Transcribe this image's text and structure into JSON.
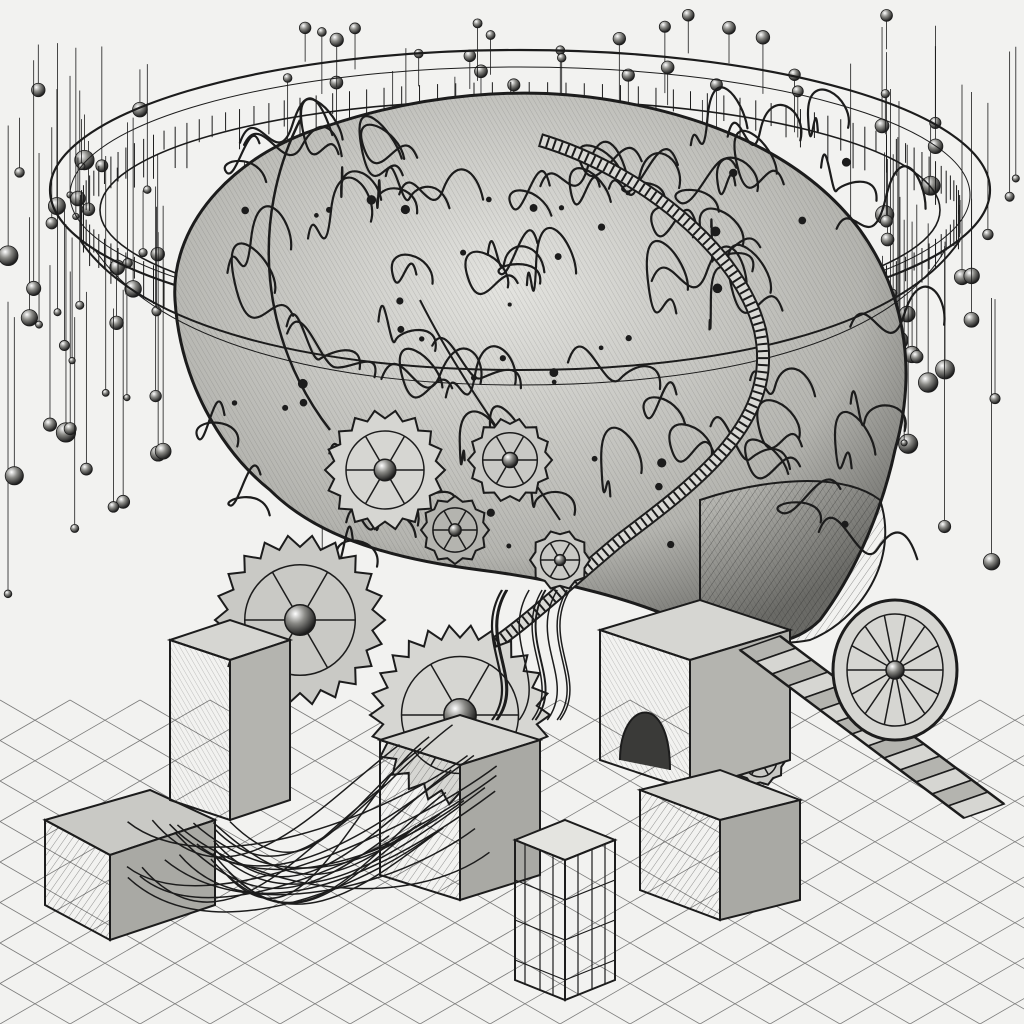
{
  "palette": {
    "paper": "#f2f2f0",
    "ink": "#1c1c1c",
    "brain_light": "#d6d6d2",
    "brain_mid": "#a9a9a4",
    "brain_dark": "#5e5e5a",
    "metal": "#c9c9c5",
    "shadow": "#3a3a38"
  },
  "scene": {
    "subject": "brain-icon",
    "elements": [
      "brain",
      "orbit-rings",
      "gears",
      "machinery-blocks",
      "staircase",
      "wheel",
      "hanging-orbs",
      "grid-floor",
      "cable-bundle"
    ]
  }
}
